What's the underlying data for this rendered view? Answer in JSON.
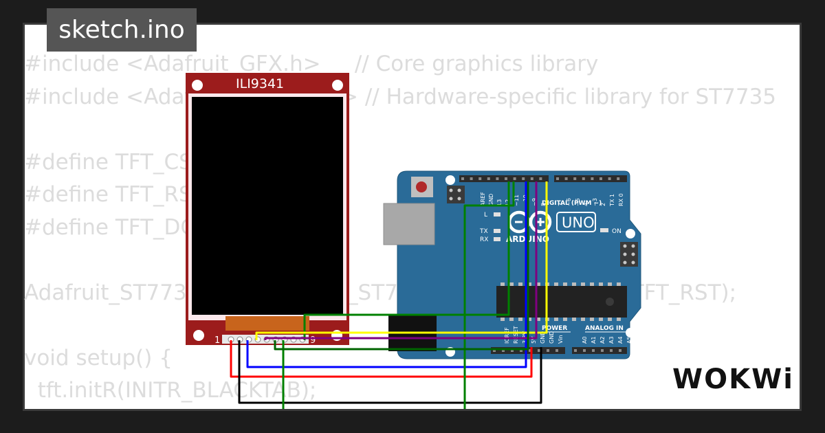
{
  "tab": {
    "label": "sketch.ino"
  },
  "code": {
    "lines": [
      "#include <Adafruit_GFX.h>     // Core graphics library",
      "#include <Adafruit_ST7735.h> // Hardware-specific library for ST7735",
      "",
      "#define TFT_CS",
      "#define TFT_RST",
      "#define TFT_DC",
      "",
      "Adafruit_ST7735 tft = Adafruit_ST7735(TFT_CS, TFT_DC, TFT_RST);",
      "",
      "void setup() {",
      "  tft.initR(INITR_BLACKTAB);"
    ]
  },
  "display": {
    "title": "ILI9341",
    "pin_start": "1",
    "pin_end": "9"
  },
  "arduino": {
    "brand": "ARDUINO",
    "model": "UNO",
    "digital_label": "DIGITAL (PWM ~)",
    "power_label": "POWER",
    "analog_label": "ANALOG IN",
    "on_label": "ON",
    "l_label": "L",
    "tx_label": "TX",
    "rx_label": "RX",
    "top_pins": [
      "AREF",
      "GND",
      "13",
      "12",
      "~11",
      "~10",
      "~9",
      "8",
      "7",
      "~6",
      "~5",
      "4",
      "~3",
      "2",
      "TX 1",
      "RX 0"
    ],
    "power_pins": [
      "IOREF",
      "RESET",
      "3.3V",
      "5V",
      "GND",
      "GND",
      "Vin"
    ],
    "analog_pins": [
      "A0",
      "A1",
      "A2",
      "A3",
      "A4",
      "A5"
    ]
  },
  "logo": {
    "text": "WOKWi"
  },
  "colors": {
    "pcb_red": "#9c1c1c",
    "arduino_blue": "#2a6b98",
    "wire_red": "#ff0000",
    "wire_blue": "#0000ff",
    "wire_green": "#008000",
    "wire_yellow": "#ffff00",
    "wire_purple": "#800080",
    "wire_black": "#000000"
  }
}
